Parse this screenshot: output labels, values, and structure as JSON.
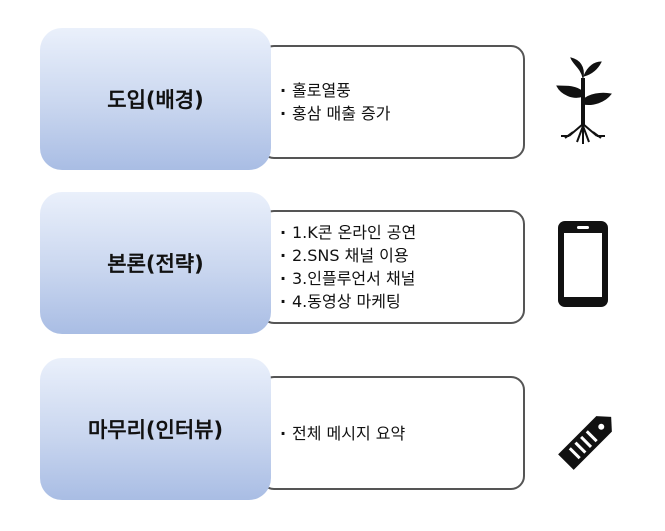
{
  "sections": [
    {
      "title": "도입(배경)",
      "bullets": [
        "홀로열풍",
        "홍삼 매출 증가"
      ],
      "icon": "plant-icon"
    },
    {
      "title": "본론(전략)",
      "bullets": [
        "1.K콘 온라인 공연",
        "2.SNS 채널 이용",
        "3.인플루언서 채널",
        "4.동영상 마케팅"
      ],
      "icon": "smartphone-icon"
    },
    {
      "title": "마무리(인터뷰)",
      "bullets": [
        "전체 메시지 요약"
      ],
      "icon": "tag-icon"
    }
  ],
  "colors": {
    "label_top": "#eaf0fb",
    "label_bottom": "#a9bde4",
    "border": "#555555",
    "icon": "#111111"
  }
}
